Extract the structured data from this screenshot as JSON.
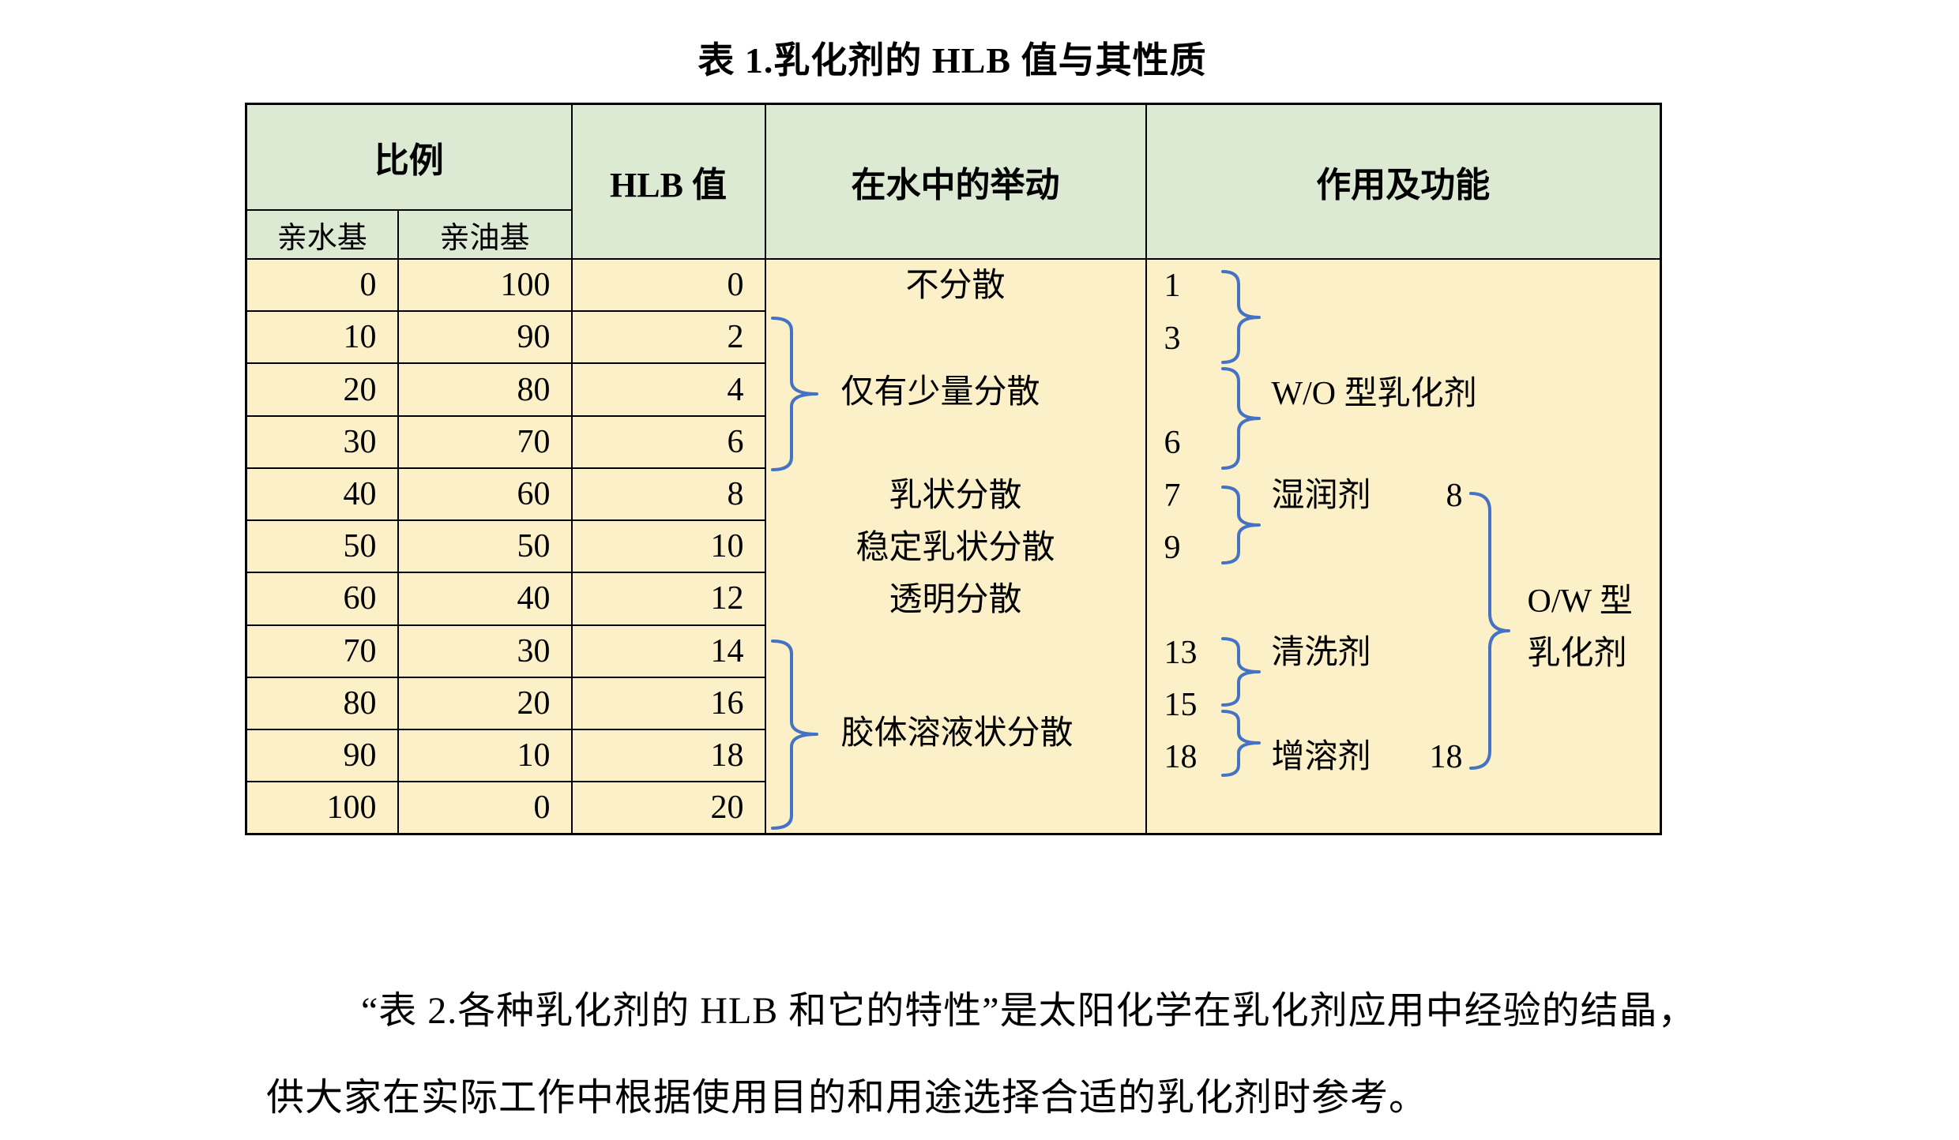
{
  "title": "表 1.乳化剂的 HLB 值与其性质",
  "colors": {
    "header_bg": "#dcead4",
    "body_bg": "#fbf0c7",
    "brace_blue": "#4472c4"
  },
  "table": {
    "headers": {
      "ratio": "比例",
      "hydrophilic": "亲水基",
      "lipophilic": "亲油基",
      "hlb": "HLB 值",
      "behavior": "在水中的举动",
      "function": "作用及功能"
    },
    "rows": [
      {
        "hydrophilic": "0",
        "lipophilic": "100",
        "hlb": "0"
      },
      {
        "hydrophilic": "10",
        "lipophilic": "90",
        "hlb": "2"
      },
      {
        "hydrophilic": "20",
        "lipophilic": "80",
        "hlb": "4"
      },
      {
        "hydrophilic": "30",
        "lipophilic": "70",
        "hlb": "6"
      },
      {
        "hydrophilic": "40",
        "lipophilic": "60",
        "hlb": "8"
      },
      {
        "hydrophilic": "50",
        "lipophilic": "50",
        "hlb": "10"
      },
      {
        "hydrophilic": "60",
        "lipophilic": "40",
        "hlb": "12"
      },
      {
        "hydrophilic": "70",
        "lipophilic": "30",
        "hlb": "14"
      },
      {
        "hydrophilic": "80",
        "lipophilic": "20",
        "hlb": "16"
      },
      {
        "hydrophilic": "90",
        "lipophilic": "10",
        "hlb": "18"
      },
      {
        "hydrophilic": "100",
        "lipophilic": "0",
        "hlb": "20"
      }
    ],
    "behavior_notes": {
      "no_dispersion": "不分散",
      "slight_dispersion": "仅有少量分散",
      "milky_dispersion": "乳状分散",
      "stable_milky_dispersion": "稳定乳状分散",
      "transparent_dispersion": "透明分散",
      "colloidal_dispersion": "胶体溶液状分散"
    },
    "function_notes": {
      "markers": [
        "1",
        "3",
        "6",
        "7",
        "9",
        "13",
        "15",
        "18"
      ],
      "wo_emulsifier": "W/O 型乳化剂",
      "wetting_agent": "湿润剂",
      "cleaning_agent": "清洗剂",
      "solubilizer": "增溶剂",
      "ow_emulsifier_line1": "O/W 型",
      "ow_emulsifier_line2": "乳化剂",
      "ow_range_start": "8",
      "ow_range_end": "18"
    }
  },
  "paragraph": {
    "line1": "“表 2.各种乳化剂的 HLB 和它的特性”是太阳化学在乳化剂应用中经验的结晶，",
    "line2": "供大家在实际工作中根据使用目的和用途选择合适的乳化剂时参考。"
  }
}
